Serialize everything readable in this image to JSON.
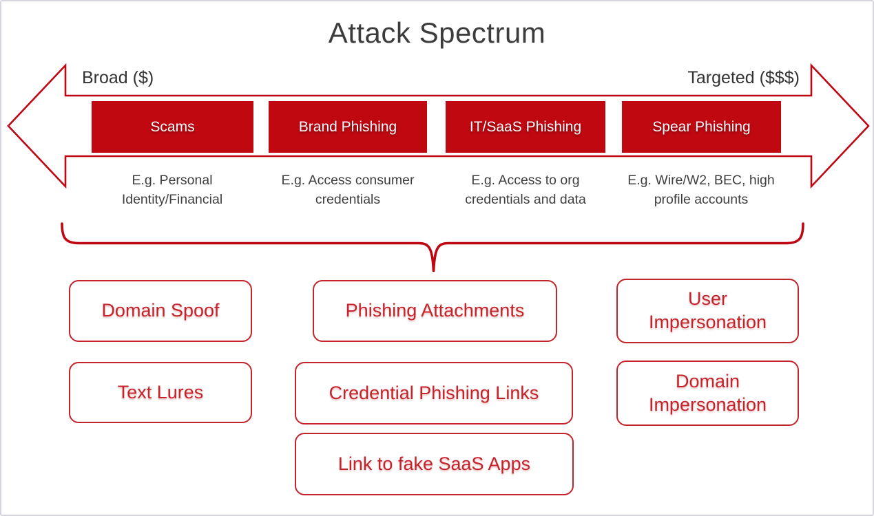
{
  "title": "Attack Spectrum",
  "spectrum": {
    "left_label": "Broad ($)",
    "right_label": "Targeted ($$$)",
    "categories": [
      {
        "label": "Scams",
        "example": "E.g. Personal Identity/Financial"
      },
      {
        "label": "Brand Phishing",
        "example": "E.g. Access consumer credentials"
      },
      {
        "label": "IT/SaaS Phishing",
        "example": "E.g. Access to org credentials and data"
      },
      {
        "label": "Spear Phishing",
        "example": "E.g. Wire/W2, BEC, high profile accounts"
      }
    ]
  },
  "techniques": {
    "columns": [
      {
        "items": [
          "Domain Spoof",
          "Text Lures"
        ]
      },
      {
        "items": [
          "Phishing Attachments",
          "Credential Phishing Links",
          "Link to fake SaaS Apps"
        ]
      },
      {
        "items": [
          "User Impersonation",
          "Domain Impersonation"
        ]
      }
    ]
  },
  "colors": {
    "box_fill_red": "#c00811",
    "line_red": "#be0712",
    "outline_text_red": "#c5232b",
    "dark_text": "#3f3f3f",
    "title_text": "#3c3c3c",
    "canvas_border": "#d6d4de"
  }
}
